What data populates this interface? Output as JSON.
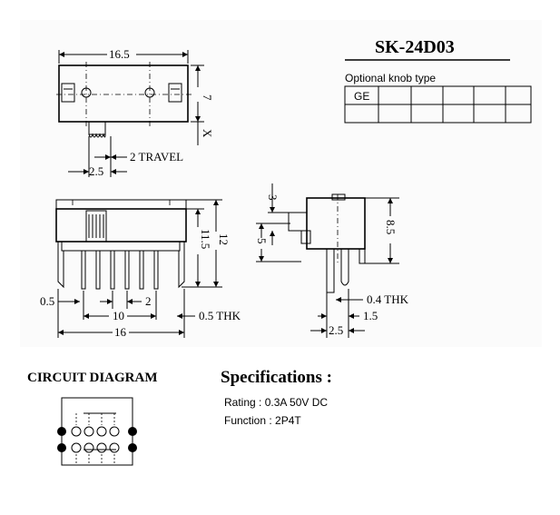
{
  "title": "SK-24D03",
  "knob": {
    "caption": "Optional knob type",
    "first_cell": "GE"
  },
  "top_view": {
    "width_dim": "16.5",
    "height_dim": "7",
    "x_label": "X",
    "pitch_dim": "2.5",
    "travel": "2 TRAVEL"
  },
  "front_view": {
    "height_a": "11.5",
    "height_b": "12",
    "pin_offset": "0.5",
    "span": "10",
    "pitch": "2",
    "thk": "0.5 THK",
    "total": "16"
  },
  "side_view": {
    "knob": "3",
    "knob_h": "5",
    "height": "8.5",
    "thk": "0.4 THK",
    "gap": "1.5",
    "pitch": "2.5"
  },
  "circuit": {
    "heading": "CIRCUIT DIAGRAM"
  },
  "specs": {
    "heading": "Specifications :",
    "rating": "Rating : 0.3A  50V  DC",
    "function": "Function : 2P4T"
  }
}
